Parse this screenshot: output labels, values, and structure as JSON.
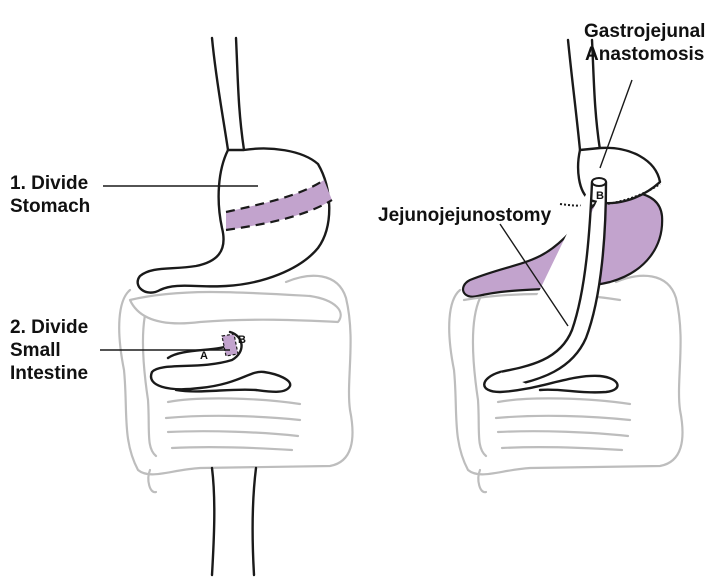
{
  "labels": {
    "divide_stomach": [
      "1. Divide",
      "Stomach"
    ],
    "divide_small_intestine": [
      "2. Divide",
      "Small",
      "Intestine"
    ],
    "jejunojejunostomy": "Jejunojejunostomy",
    "gastrojejunal_anastomosis": [
      "Gastrojejunal",
      "Anastomosis"
    ]
  },
  "markers": {
    "a": "A",
    "b": "B"
  },
  "colors": {
    "highlight": "#c2a3cd",
    "outline": "#1a1a1a",
    "ghost": "#bdbdbd"
  }
}
